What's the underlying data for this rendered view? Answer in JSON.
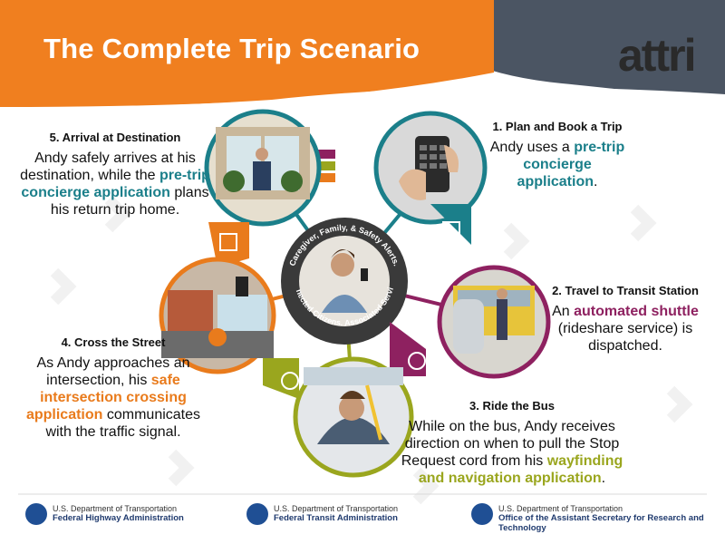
{
  "title": "The Complete Trip Scenario",
  "logo": {
    "text": "attri"
  },
  "center": {
    "ring_top_text": "Caregiver, Family, & Safety Alerts.",
    "ring_bottom_text": "Connected Citizens. Associated Services"
  },
  "steps": [
    {
      "heading": "1. Plan and Book a Trip",
      "body_before": "Andy uses a ",
      "highlight": "pre-trip concierge application",
      "body_after": "."
    },
    {
      "heading": "2. Travel to Transit Station",
      "body_before": "An ",
      "highlight": "automated shuttle",
      "body_after": " (rideshare service) is dispatched."
    },
    {
      "heading": "3. Ride the Bus",
      "body_before": "While on the bus, Andy receives direction on when to pull the Stop Request cord from his ",
      "highlight": "wayfinding and navigation application",
      "body_after": "."
    },
    {
      "heading": "4. Cross the Street",
      "body_before": "As Andy approaches an intersection, his ",
      "highlight": "safe intersection crossing application",
      "body_after": " communicates with the traffic signal."
    },
    {
      "heading": "5. Arrival at Destination",
      "body_before": "Andy safely arrives at his destination, while the ",
      "highlight": "pre-trip concierge application",
      "body_after": " plans his return trip home."
    }
  ],
  "colors": {
    "header_orange": "#f07f1f",
    "header_gray": "#4b5563",
    "teal": "#1b7f8a",
    "purple": "#8e2160",
    "olive": "#9aa61e",
    "orange": "#e97b1c"
  },
  "footer": [
    {
      "line1": "U.S. Department of Transportation",
      "line2": "Federal Highway Administration"
    },
    {
      "line1": "U.S. Department of Transportation",
      "line2": "Federal Transit Administration"
    },
    {
      "line1": "U.S. Department of Transportation",
      "line2": "Office of the Assistant Secretary for Research and Technology"
    }
  ]
}
